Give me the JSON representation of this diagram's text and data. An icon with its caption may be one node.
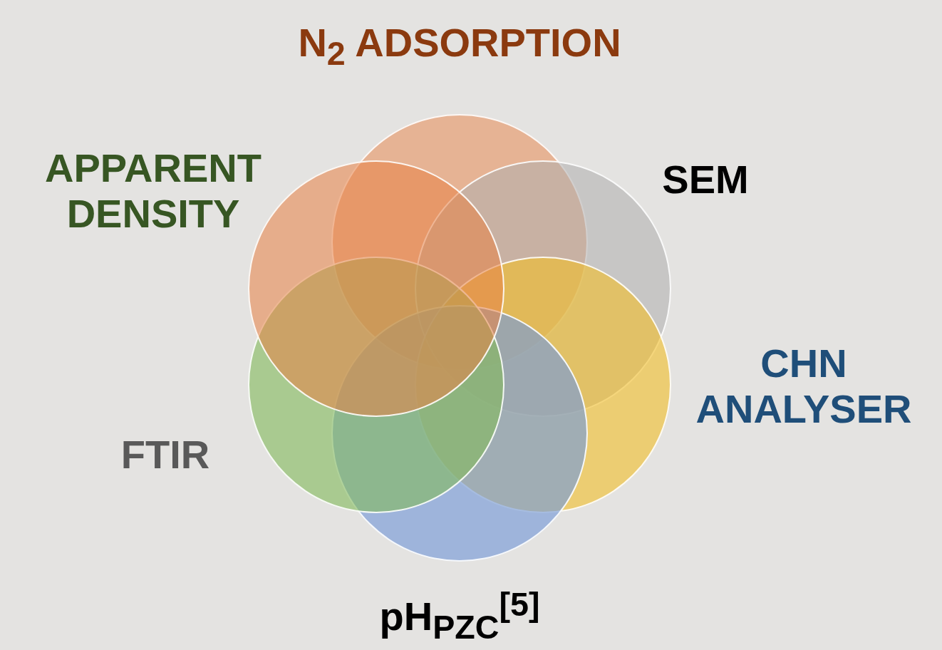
{
  "diagram": {
    "nodes": [
      {
        "text": [],
        "shape": "circle"
      },
      {
        "text": [],
        "shape": "circle"
      },
      {
        "text": [],
        "shape": "circle"
      },
      {
        "text": [],
        "shape": "circle"
      },
      {
        "text": [],
        "shape": "circle"
      },
      {
        "text": [],
        "shape": "circle"
      }
    ],
    "edges": [],
    "labels": [
      "N$_{2}$ ADSORPTION",
      "APPARENT DENSITY",
      "SEM",
      "CHN ANALYSER",
      "FTIR",
      "pH$_{PZC}$$^{[5]}$"
    ]
  }
}
